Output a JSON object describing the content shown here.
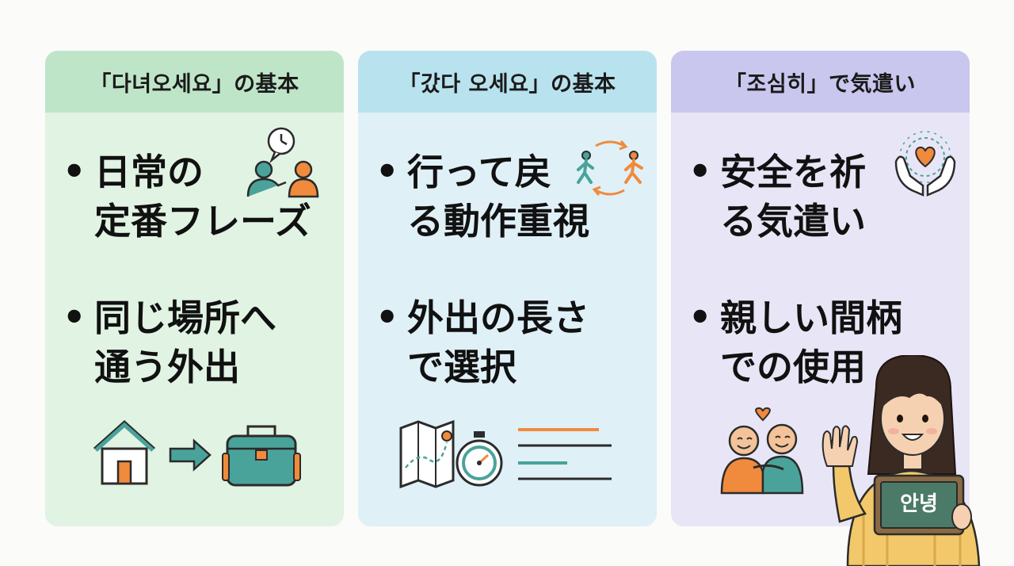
{
  "cards": [
    {
      "title": "「다녀오세요」の基本",
      "bullets": [
        {
          "line1": "日常の",
          "line2": "定番フレーズ"
        },
        {
          "line1": "同じ場所へ",
          "line2": "通う外出"
        }
      ]
    },
    {
      "title": "「갔다 오세요」の基本",
      "bullets": [
        {
          "line1": "行って戻",
          "line2": "る動作重視"
        },
        {
          "line1": "外出の長さ",
          "line2": "で選択"
        }
      ]
    },
    {
      "title": "「조심히」で気遣い",
      "bullets": [
        {
          "line1": "安全を祈",
          "line2": "る気遣い"
        },
        {
          "line1": "親しい間柄",
          "line2": "での使用"
        }
      ]
    }
  ],
  "bullet_symbol": "•",
  "sign": {
    "text": "안녕"
  },
  "colors": {
    "card1_bg": "#e1f3e3",
    "card1_header": "#bfe5c9",
    "card2_bg": "#dff0f7",
    "card2_header": "#b8e2ee",
    "card3_bg": "#e8e6f6",
    "card3_header": "#c9c7ee",
    "teal": "#4aa39a",
    "orange": "#f08a3c",
    "outline": "#2b2b2b"
  },
  "icons": [
    "speech-clock-icon",
    "two-people-icon",
    "house-icon",
    "arrow-right-icon",
    "briefcase-icon",
    "walking-cycle-icon",
    "map-icon",
    "stopwatch-icon",
    "lines-icon",
    "heart-hands-icon",
    "hugging-people-icon",
    "waving-girl-illustration"
  ]
}
